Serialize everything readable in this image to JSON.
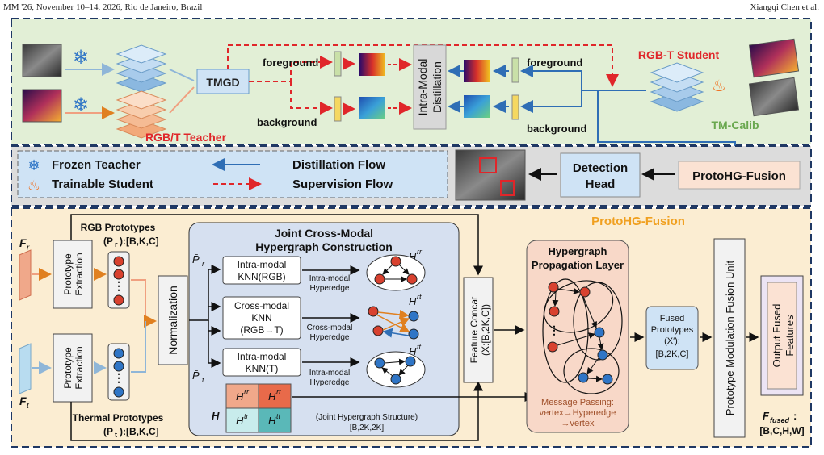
{
  "header": {
    "left": "MM '26, November 10–14, 2026, Rio de Janeiro, Brazil",
    "right": "Xiangqi Chen et al."
  },
  "top": {
    "teacher_label": "RGB/T Teacher",
    "tmgd": "TMGD",
    "foreground": "foreground",
    "background": "background",
    "distill_1": "Intra-Modal",
    "distill_2": "Distillation",
    "student_label": "RGB-T Student",
    "tm_calib": "TM-Calib"
  },
  "legend": {
    "frozen": "Frozen Teacher",
    "trainable": "Trainable Student",
    "distill_flow": "Distillation Flow",
    "sup_flow": "Supervision Flow"
  },
  "middle": {
    "det_1": "Detection",
    "det_2": "Head",
    "protohg": "ProtoHG-Fusion"
  },
  "bottom": {
    "title": "ProtoHG-Fusion",
    "fr": "F",
    "fr_sub": "r",
    "ft": "F",
    "ft_sub": "t",
    "rgb_proto_1": "RGB Prototypes",
    "rgb_proto_2": "(P",
    "rgb_proto_sub": "r",
    "rgb_proto_3": "):[B,K,C]",
    "proto_extract_1": "Prototype",
    "proto_extract_2": "Extraction",
    "thermal_proto_1": "Thermal Prototypes",
    "thermal_proto_2": "(P",
    "thermal_proto_sub": "t",
    "thermal_proto_3": "):[B,K,C]",
    "normalization": "Normalization",
    "pr_label": "P̄",
    "pr_sub": "r",
    "pt_label": "P̄",
    "pt_sub": "t",
    "joint_1": "Joint Cross-Modal",
    "joint_2": "Hypergraph Construction",
    "knn_rgb_1": "Intra-modal",
    "knn_rgb_2": "KNN(RGB)",
    "knn_cross_1": "Cross-modal",
    "knn_cross_2": "KNN",
    "knn_cross_3": "(RGB→T)",
    "knn_t_1": "Intra-modal",
    "knn_t_2": "KNN(T)",
    "hyperedge_intra_1": "Intra-modal",
    "hyperedge_intra_2": "Hyperedge",
    "hyperedge_cross_1": "Cross-modal",
    "hyperedge_cross_2": "Hyperedge",
    "hyperedge_t_1": "Intra-modal",
    "hyperedge_t_2": "Hyperedge",
    "h_rr": "H",
    "h_rr_sup": "rr",
    "h_rt": "H",
    "h_rt_sup": "rt",
    "h_tt": "H",
    "h_tt_sup": "tt",
    "matrix_h": "H",
    "m_rr": "rr",
    "m_rt": "rt",
    "m_tr": "tr",
    "m_tt": "tt",
    "joint_struct_1": "(Joint Hypergraph Structure)",
    "joint_struct_2": "[B,2K,2K]",
    "feature_concat_1": "Feature Concat",
    "feature_concat_2": "(X:[B,2K,C])",
    "prop_1": "Hypergraph",
    "prop_2": "Propagation Layer",
    "msg_1": "Message Passing:",
    "msg_2": "vertex→Hyperedge",
    "msg_3": "→vertex",
    "fused_1": "Fused",
    "fused_2": "Prototypes",
    "fused_3": "(X′):",
    "fused_4": "[B,2K,C]",
    "pmfu": "Prototype Modulation Fusion Unit",
    "output_1": "Output Fused",
    "output_2": "Features",
    "ffused": "F",
    "ffused_sub": "fused",
    "ffused_dims": "[B,C,H,W]"
  },
  "colors": {
    "top_bg": "#e2efd6",
    "legend_bg": "#cfe3f5",
    "mid_bg": "#dcdcdc",
    "bottom_bg": "#fbedd2",
    "red_node": "#d8412f",
    "blue_node": "#2f75c6",
    "teacher_red": "#e0262a",
    "calib_green": "#6aa84f",
    "protohg_orange": "#f0a020"
  }
}
